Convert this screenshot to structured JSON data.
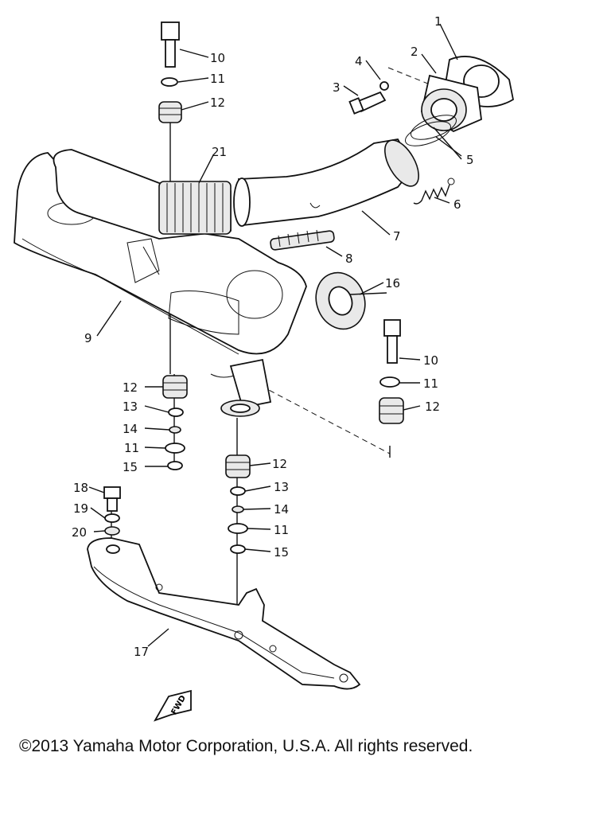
{
  "labels": [
    {
      "id": "l1",
      "text": "1"
    },
    {
      "id": "l2",
      "text": "2"
    },
    {
      "id": "l3",
      "text": "3"
    },
    {
      "id": "l4",
      "text": "4"
    },
    {
      "id": "l5",
      "text": "5"
    },
    {
      "id": "l6",
      "text": "6"
    },
    {
      "id": "l7",
      "text": "7"
    },
    {
      "id": "l8",
      "text": "8"
    },
    {
      "id": "l9",
      "text": "9"
    },
    {
      "id": "l10a",
      "text": "10"
    },
    {
      "id": "l10b",
      "text": "10"
    },
    {
      "id": "l11a",
      "text": "11"
    },
    {
      "id": "l11b",
      "text": "11"
    },
    {
      "id": "l11c",
      "text": "11"
    },
    {
      "id": "l11d",
      "text": "11"
    },
    {
      "id": "l12a",
      "text": "12"
    },
    {
      "id": "l12b",
      "text": "12"
    },
    {
      "id": "l12c",
      "text": "12"
    },
    {
      "id": "l12d",
      "text": "12"
    },
    {
      "id": "l13a",
      "text": "13"
    },
    {
      "id": "l13b",
      "text": "13"
    },
    {
      "id": "l14a",
      "text": "14"
    },
    {
      "id": "l14b",
      "text": "14"
    },
    {
      "id": "l15a",
      "text": "15"
    },
    {
      "id": "l15b",
      "text": "15"
    },
    {
      "id": "l16",
      "text": "16"
    },
    {
      "id": "l17",
      "text": "17"
    },
    {
      "id": "l18",
      "text": "18"
    },
    {
      "id": "l19",
      "text": "19"
    },
    {
      "id": "l20",
      "text": "20"
    },
    {
      "id": "l21",
      "text": "21"
    }
  ],
  "fwd_mark": "FWD",
  "copyright": "©2013 Yamaha Motor Corporation, U.S.A. All rights reserved."
}
